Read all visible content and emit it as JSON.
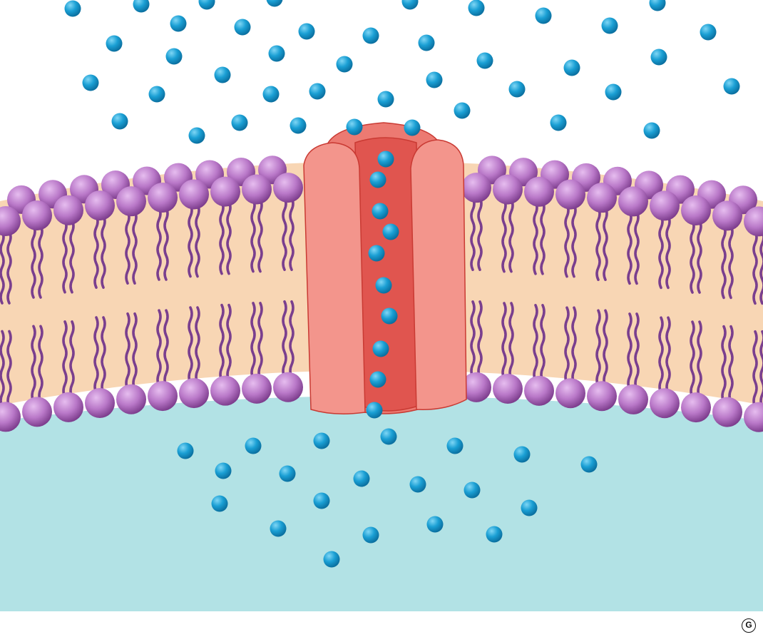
{
  "figure": {
    "colors": {
      "extracellular": "#ffffff",
      "cytoplasm": "#b2e2e5",
      "hydrophobic_core": "#f8d6b4",
      "phospholipid_head": "#b978c8",
      "phospholipid_head_dark": "#7c3c8c",
      "phospholipid_tail": "#7a3f8e",
      "channel_protein": "#f0928a",
      "channel_pore": "#e0554f",
      "channel_outline": "#c93a33",
      "ion": "#1a9fd4",
      "ion_dark": "#0a6e9e"
    },
    "elements": [
      "membrane-bilayer",
      "channel-protein",
      "ion-particles"
    ],
    "watermark_letter": "G"
  }
}
